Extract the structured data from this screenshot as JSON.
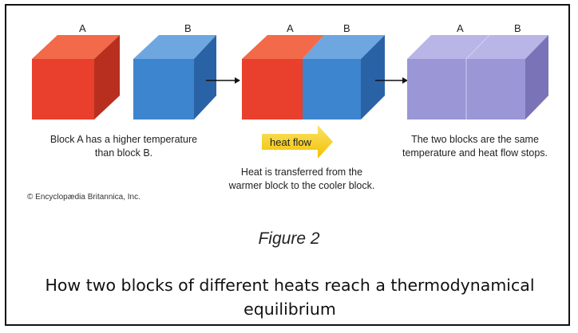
{
  "diagram": {
    "block_labels": {
      "stage1": [
        "A",
        "B"
      ],
      "stage2": [
        "A",
        "B"
      ],
      "stage3": [
        "A",
        "B"
      ]
    },
    "colors": {
      "hot_front": "#e8402c",
      "hot_top": "#f36a4a",
      "hot_side": "#b82f1f",
      "cool_front": "#3d85cf",
      "cool_top": "#6ea6e0",
      "cool_side": "#2a62a6",
      "eq_front": "#9b96d6",
      "eq_top": "#b9b5e6",
      "eq_side": "#7a73b7",
      "arrow_yellow": "#f7cf0c"
    },
    "captions": {
      "stage1_line1": "Block A has a higher temperature",
      "stage1_line2": "than block B.",
      "stage2_line1": "Heat is transferred from the",
      "stage2_line2": "warmer block to the cooler block.",
      "stage3_line1": "The two blocks are the same",
      "stage3_line2": "temperature and heat flow stops."
    },
    "heat_flow_label": "heat flow",
    "copyright": "© Encyclopædia Britannica, Inc."
  },
  "figure": {
    "label": "Figure 2",
    "description_line1": "How two blocks of different heats reach a thermodynamical",
    "description_line2": "equilibrium"
  }
}
